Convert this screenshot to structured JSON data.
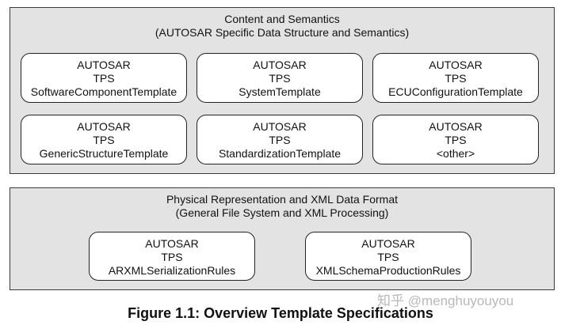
{
  "top_panel": {
    "title": "Content and Semantics",
    "subtitle": "(AUTOSAR Specific Data Structure and Semantics)",
    "boxes": [
      {
        "line1": "AUTOSAR",
        "line2": "TPS",
        "line3": "SoftwareComponentTemplate"
      },
      {
        "line1": "AUTOSAR",
        "line2": "TPS",
        "line3": "SystemTemplate"
      },
      {
        "line1": "AUTOSAR",
        "line2": "TPS",
        "line3": "ECUConfigurationTemplate"
      },
      {
        "line1": "AUTOSAR",
        "line2": "TPS",
        "line3": "GenericStructureTemplate"
      },
      {
        "line1": "AUTOSAR",
        "line2": "TPS",
        "line3": "StandardizationTemplate"
      },
      {
        "line1": "AUTOSAR",
        "line2": "TPS",
        "line3": "<other>"
      }
    ]
  },
  "bottom_panel": {
    "title": "Physical Representation and XML Data Format",
    "subtitle": "(General File System and XML Processing)",
    "boxes": [
      {
        "line1": "AUTOSAR",
        "line2": "TPS",
        "line3": "ARXMLSerializationRules"
      },
      {
        "line1": "AUTOSAR",
        "line2": "TPS",
        "line3": "XMLSchemaProductionRules"
      }
    ]
  },
  "caption": "Figure 1.1: Overview Template Specifications",
  "watermark": "知乎 @menghuyouyou"
}
